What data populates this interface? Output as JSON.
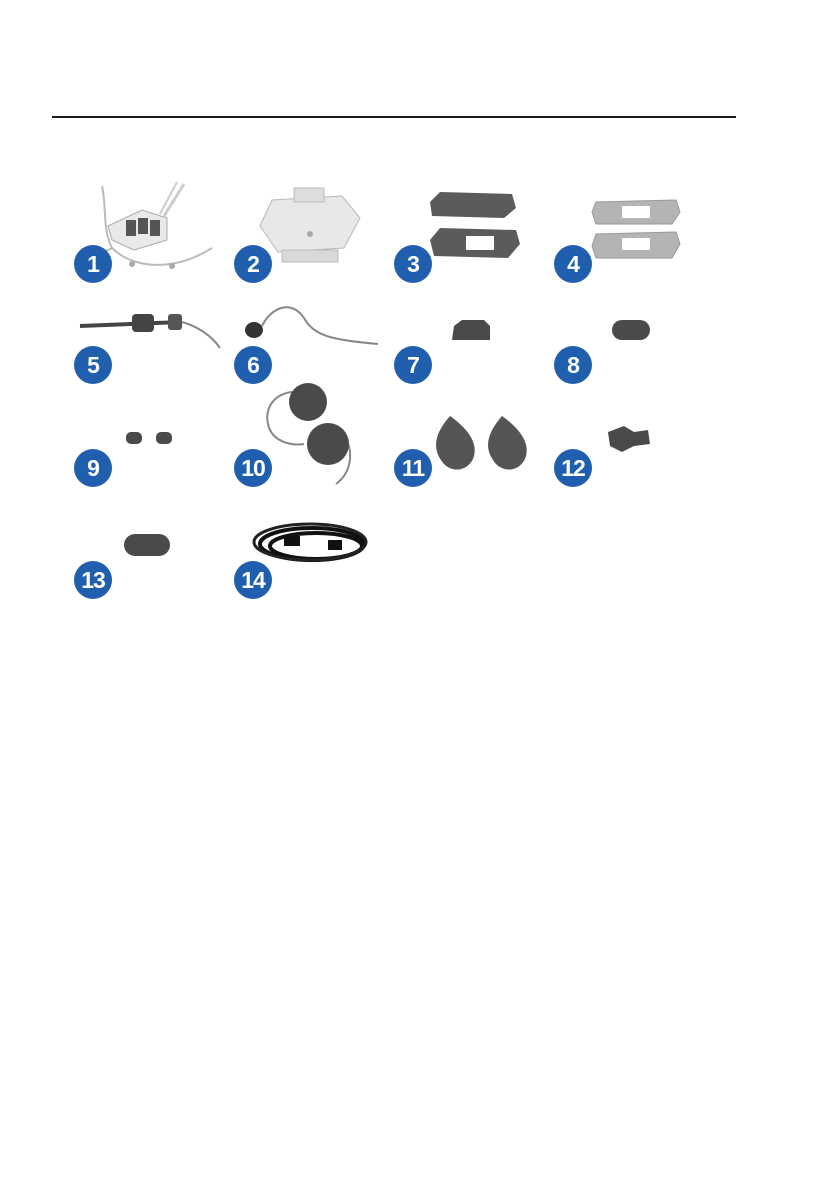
{
  "items": [
    {
      "number": "1",
      "icon": "headset-unit-with-cables-icon"
    },
    {
      "number": "2",
      "icon": "helmet-clamp-mount-icon"
    },
    {
      "number": "3",
      "icon": "adhesive-pad-sheets-icon"
    },
    {
      "number": "4",
      "icon": "adhesive-mount-plates-icon"
    },
    {
      "number": "5",
      "icon": "boom-microphone-icon"
    },
    {
      "number": "6",
      "icon": "wired-microphone-icon"
    },
    {
      "number": "7",
      "icon": "microphone-foam-icon"
    },
    {
      "number": "8",
      "icon": "microphone-sponge-icon"
    },
    {
      "number": "9",
      "icon": "velcro-pads-icon"
    },
    {
      "number": "10",
      "icon": "helmet-speakers-icon"
    },
    {
      "number": "11",
      "icon": "speaker-foam-covers-icon"
    },
    {
      "number": "12",
      "icon": "microphone-holder-icon"
    },
    {
      "number": "13",
      "icon": "foam-pad-icon"
    },
    {
      "number": "14",
      "icon": "usb-cable-icon"
    }
  ],
  "colors": {
    "badge": "#1f5fae",
    "rule": "#1a1a1a"
  }
}
